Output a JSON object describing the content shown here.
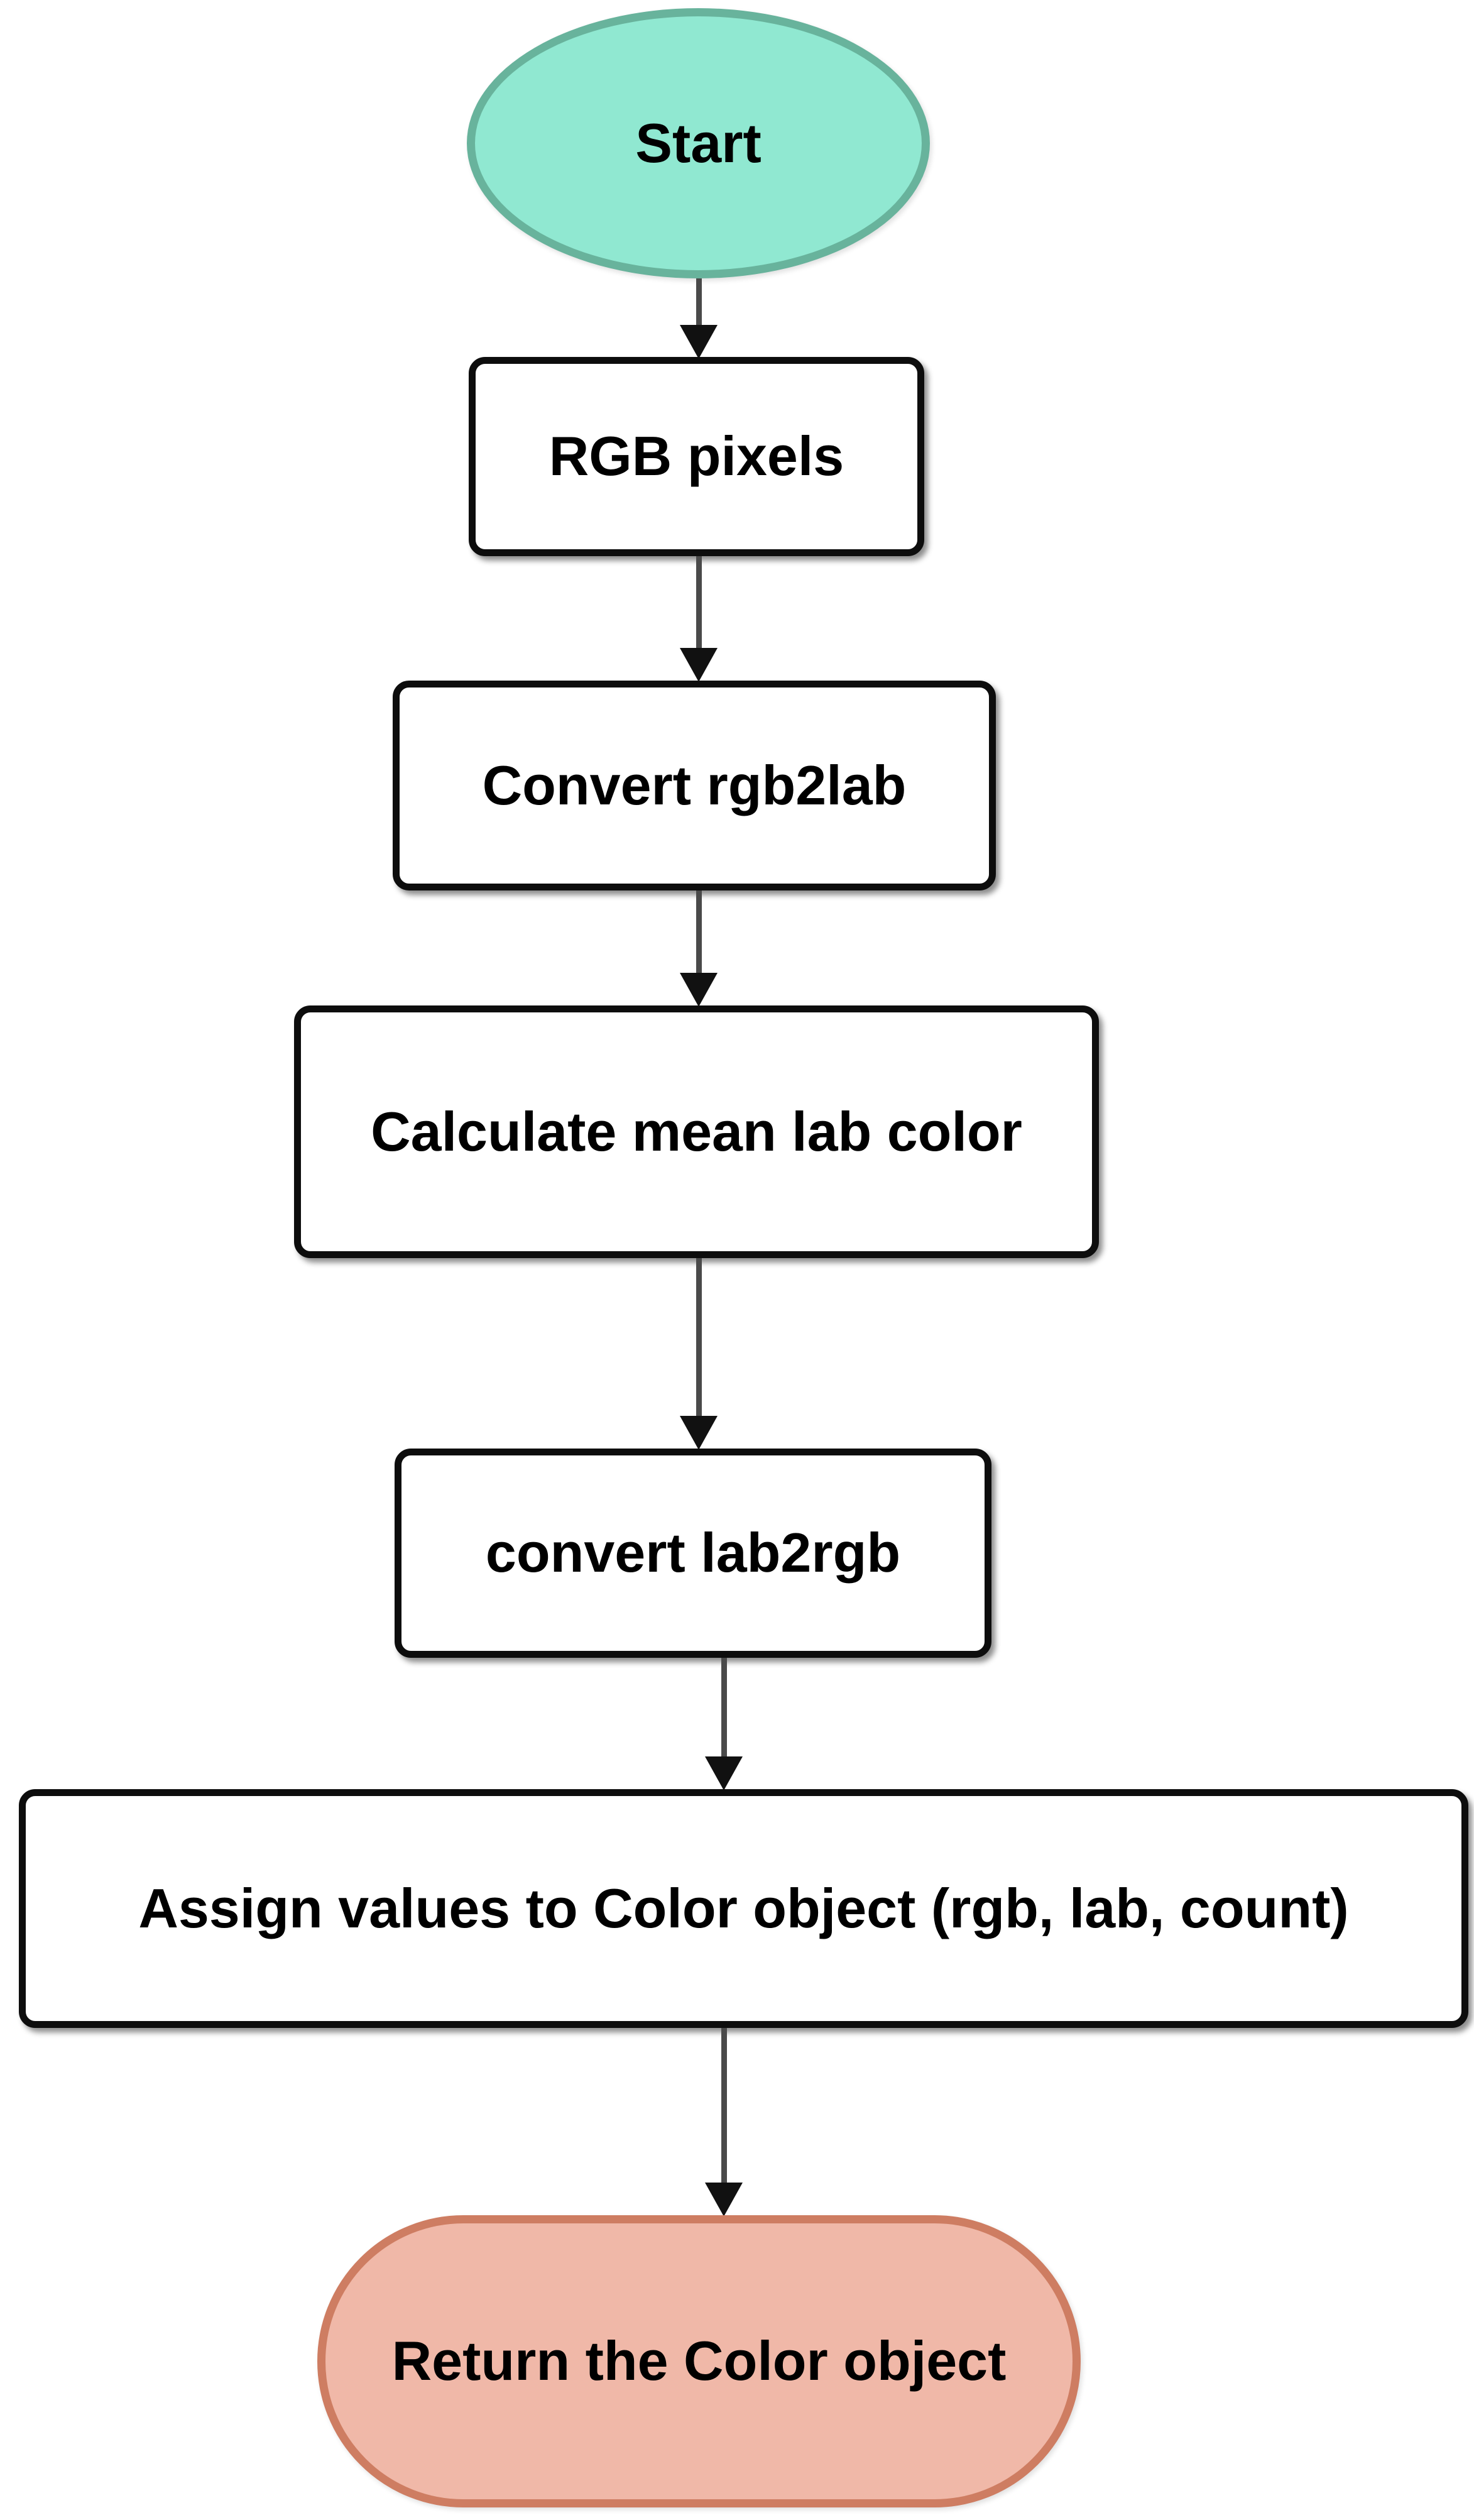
{
  "flowchart": {
    "background": "#ffffff",
    "text_color": "#000000",
    "line_color": "#4a4a4a",
    "arrowhead_color": "#111111",
    "nodes": [
      {
        "id": "start",
        "shape": "ellipse-terminator",
        "label": "Start",
        "fill": "#90e8d1",
        "border_color": "#68b39c"
      },
      {
        "id": "rgb-pixels",
        "shape": "process-rectangle",
        "label": "RGB pixels",
        "fill": "#ffffff",
        "border_color": "#0d0d0d"
      },
      {
        "id": "convert-rgb2lab",
        "shape": "process-rectangle",
        "label": "Convert rgb2lab",
        "fill": "#ffffff",
        "border_color": "#0d0d0d"
      },
      {
        "id": "calculate-mean-lab-color",
        "shape": "process-rectangle",
        "label": "Calculate mean lab color",
        "fill": "#ffffff",
        "border_color": "#0d0d0d"
      },
      {
        "id": "convert-lab2rgb",
        "shape": "process-rectangle",
        "label": "convert lab2rgb",
        "fill": "#ffffff",
        "border_color": "#0d0d0d"
      },
      {
        "id": "assign-values",
        "shape": "process-rectangle",
        "label": "Assign values to Color object (rgb, lab, count)",
        "fill": "#ffffff",
        "border_color": "#0d0d0d"
      },
      {
        "id": "return-color-object",
        "shape": "stadium-terminator",
        "label": "Return the Color object",
        "fill": "#f0b8a8",
        "border_color": "#ce7d62"
      }
    ],
    "edges": [
      {
        "from": "start",
        "to": "rgb-pixels"
      },
      {
        "from": "rgb-pixels",
        "to": "convert-rgb2lab"
      },
      {
        "from": "convert-rgb2lab",
        "to": "calculate-mean-lab-color"
      },
      {
        "from": "calculate-mean-lab-color",
        "to": "convert-lab2rgb"
      },
      {
        "from": "convert-lab2rgb",
        "to": "assign-values"
      },
      {
        "from": "assign-values",
        "to": "return-color-object"
      }
    ]
  }
}
